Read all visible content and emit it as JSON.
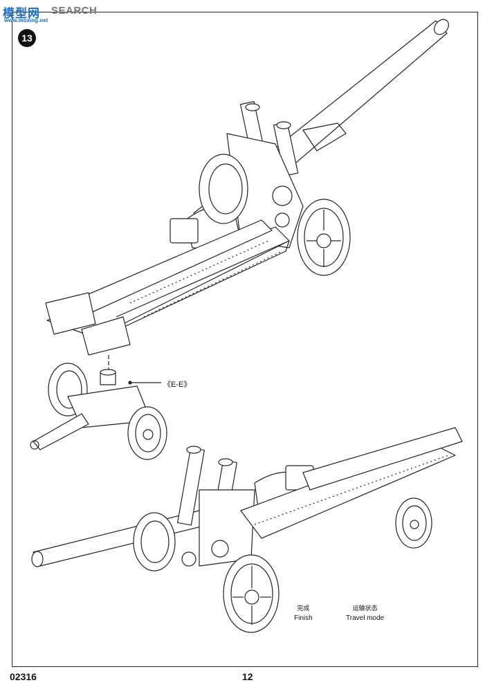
{
  "watermark": {
    "cn_text": "模型网",
    "en_text": "SEARCH",
    "url": "www.moxing.net"
  },
  "step": {
    "number": "13"
  },
  "callout": {
    "text": "《E-E》"
  },
  "labels": {
    "finish_cn": "完成",
    "finish_en": "Finish",
    "travel_cn": "运输状态",
    "travel_en": "Travel mode"
  },
  "footer": {
    "code": "02316",
    "page_number": "12"
  }
}
